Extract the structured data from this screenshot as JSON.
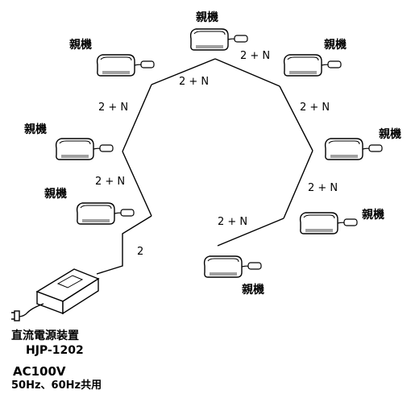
{
  "units": [
    {
      "label": "親機"
    },
    {
      "label": "親機"
    },
    {
      "label": "親機"
    },
    {
      "label": "親機"
    },
    {
      "label": "親機"
    },
    {
      "label": "親機"
    },
    {
      "label": "親機"
    },
    {
      "label": "親機"
    }
  ],
  "connections": [
    {
      "label": "2 + N"
    },
    {
      "label": "2 + N"
    },
    {
      "label": "2 + N"
    },
    {
      "label": "2 + N"
    },
    {
      "label": "2 + N"
    },
    {
      "label": "2 + N"
    },
    {
      "label": "2 + N"
    },
    {
      "label": "2"
    }
  ],
  "power_supply": {
    "name": "直流電源装置",
    "model": "HJP-1202",
    "input": "AC100V",
    "frequency": "50Hz、60Hz共用"
  }
}
